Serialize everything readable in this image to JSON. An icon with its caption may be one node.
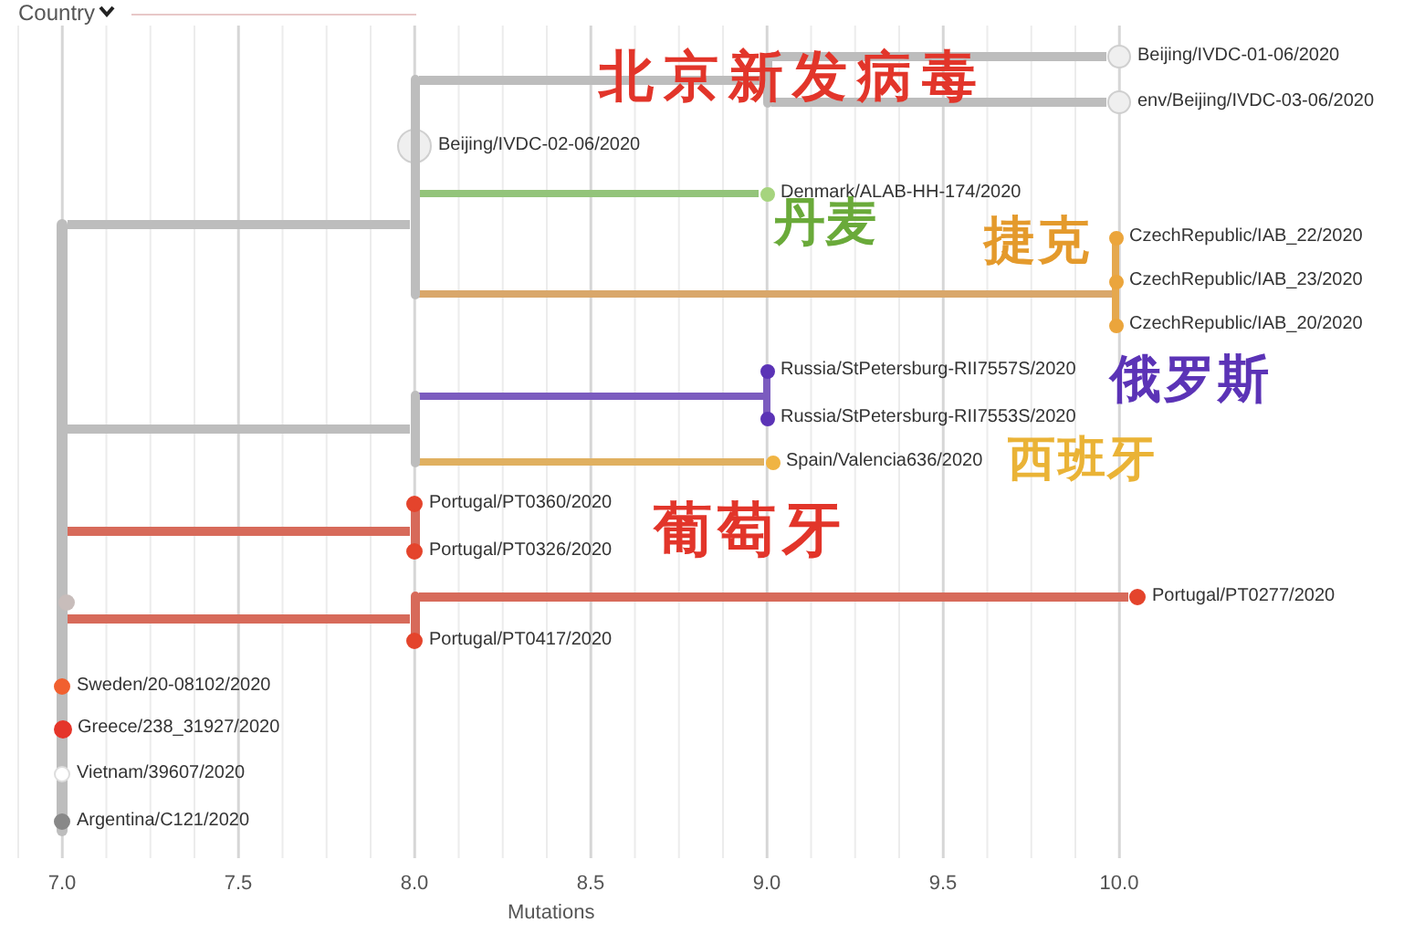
{
  "diagram": {
    "nodes": [
      {
        "text": [
          "Beijing/IVDC-01-06/2020"
        ]
      },
      {
        "text": [
          "env/Beijing/IVDC-03-06/2020"
        ]
      },
      {
        "text": [
          "Beijing/IVDC-02-06/2020"
        ]
      },
      {
        "text": [
          "Denmark/ALAB-HH-174/2020"
        ]
      },
      {
        "text": [
          "CzechRepublic/IAB_22/2020"
        ],
        "in": 21
      },
      {
        "text": [
          "CzechRepublic/IAB_23/2020"
        ],
        "in": 21
      },
      {
        "text": [
          "CzechRepublic/IAB_20/2020"
        ],
        "in": 21
      },
      {
        "text": [
          "Russia/StPetersburg-RII7557S/2020"
        ],
        "in": 23
      },
      {
        "text": [
          "Russia/StPetersburg-RII7553S/2020"
        ],
        "in": 23
      },
      {
        "text": [
          "Spain/Valencia636/2020"
        ]
      },
      {
        "text": [
          "Portugal/PT0360/2020"
        ],
        "in": 24
      },
      {
        "text": [
          "Portugal/PT0326/2020"
        ],
        "in": 24
      },
      {
        "text": [
          "Portugal/PT0277/2020"
        ]
      },
      {
        "text": [
          "Portugal/PT0417/2020"
        ],
        "in": 25
      },
      {
        "text": [
          "Sweden/20-08102/2020"
        ],
        "in": 18
      },
      {
        "text": [
          "Greece/238_31927/2020"
        ],
        "in": 18
      },
      {
        "text": [
          "Vietnam/39607/2020"
        ],
        "in": 18
      },
      {
        "text": [
          "Argentina/C121/2020"
        ],
        "in": 18
      },
      {
        "text": [],
        "shape": "bar"
      },
      {
        "text": [],
        "shape": "bar"
      },
      {
        "text": [],
        "shape": "bar"
      },
      {
        "text": [],
        "shape": "bar"
      },
      {
        "text": [],
        "shape": "bar"
      },
      {
        "text": [],
        "shape": "bar"
      },
      {
        "text": [],
        "shape": "bar"
      },
      {
        "text": [],
        "shape": "bar"
      }
    ],
    "edges": [
      {
        "from": 18,
        "to": 19,
        "arrow": "none"
      },
      {
        "from": 19,
        "to": 20,
        "arrow": "none"
      },
      {
        "from": 20,
        "to": 0,
        "arrow": "none"
      },
      {
        "from": 20,
        "to": 1,
        "arrow": "none"
      },
      {
        "from": 19,
        "to": 3,
        "arrow": "none",
        "color": "#93c47a"
      },
      {
        "from": 19,
        "to": 21,
        "arrow": "none",
        "color": "#d9a76a"
      },
      {
        "from": 18,
        "to": 22,
        "arrow": "none"
      },
      {
        "from": 22,
        "to": 23,
        "arrow": "none",
        "color": "#7b5bbf"
      },
      {
        "from": 22,
        "to": 9,
        "arrow": "none",
        "color": "#e0b060"
      },
      {
        "from": 18,
        "to": 24,
        "arrow": "none",
        "color": "#d76a5a"
      },
      {
        "from": 18,
        "to": 25,
        "arrow": "none",
        "color": "#d76a5a"
      },
      {
        "from": 25,
        "to": 12,
        "arrow": "none",
        "color": "#d76a5a"
      }
    ],
    "labels": [
      "Country",
      "北京新发病毒",
      "丹麦",
      "捷克",
      "俄罗斯",
      "西班牙",
      "葡萄牙",
      "7.0",
      "7.5",
      "8.0",
      "8.5",
      "9.0",
      "9.5",
      "10.0",
      "Mutations"
    ]
  }
}
